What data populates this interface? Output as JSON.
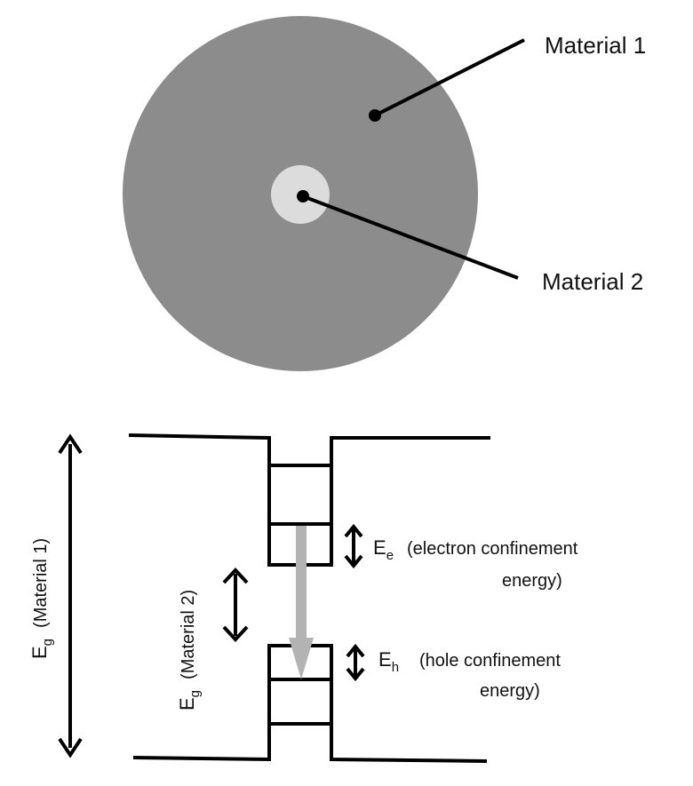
{
  "colors": {
    "outer_sphere": "#8c8c8c",
    "inner_core": "#dcdcdc",
    "lines": "#000000",
    "transition_arrow": "#b3b3b3",
    "background": "#ffffff"
  },
  "labels": {
    "material_1": "Material 1",
    "material_2": "Material 2",
    "eg_symbol": "E",
    "eg_subscript": "g",
    "eg_material_1": "(Material 1)",
    "eg_material_2": "(Material 2)",
    "ee_symbol": "E",
    "ee_subscript": "e",
    "ee_desc_line1": "(electron confinement",
    "ee_desc_line2": "energy)",
    "eh_symbol": "E",
    "eh_subscript": "h",
    "eh_desc_line1": "(hole confinement",
    "eh_desc_line2": "energy)"
  }
}
